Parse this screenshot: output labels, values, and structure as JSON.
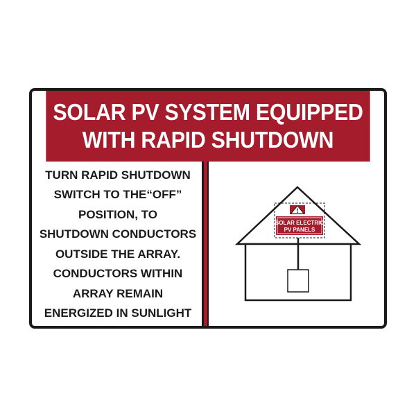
{
  "sign": {
    "header_lines": [
      "SOLAR PV SYSTEM EQUIPPED",
      "WITH RAPID SHUTDOWN"
    ],
    "instruction_lines": [
      "TURN RAPID SHUTDOWN",
      "SWITCH TO THE“OFF”",
      "POSITION, TO",
      "SHUTDOWN CONDUCTORS",
      "OUTSIDE THE ARRAY.",
      "CONDUCTORS WITHIN",
      "ARRAY REMAIN",
      "ENERGIZED IN SUNLIGHT"
    ],
    "diagram": {
      "panel_label_lines": [
        "SOLAR ELECTRIC",
        "PV PANELS"
      ],
      "warning_glyph": "!",
      "icons": [
        "house-outline-icon",
        "warning-triangle-icon",
        "disconnect-switch-icon"
      ]
    },
    "colors": {
      "brand_red": "#a51d2d",
      "border": "#1a1a1a",
      "text_light": "#ffffff",
      "text_dark": "#1a1a1a"
    }
  }
}
